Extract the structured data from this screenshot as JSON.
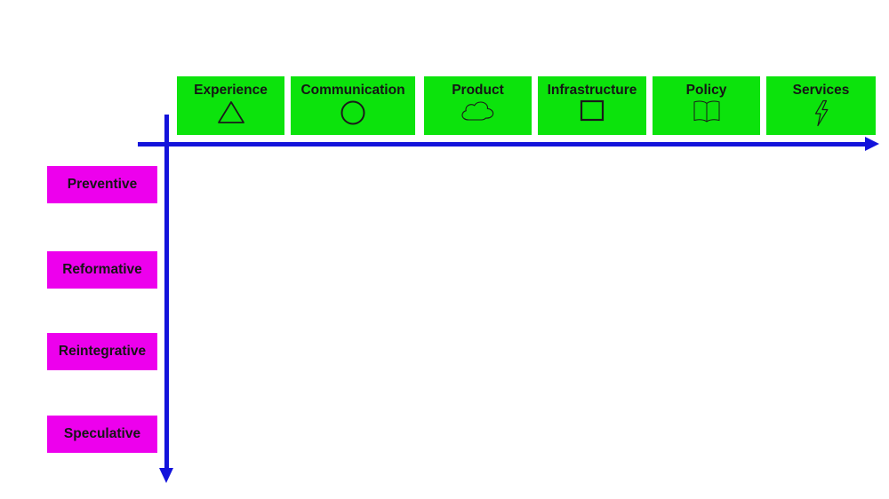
{
  "columns": [
    {
      "label": "Experience",
      "icon": "triangle-icon"
    },
    {
      "label": "Communication",
      "icon": "circle-icon"
    },
    {
      "label": "Product",
      "icon": "cloud-icon"
    },
    {
      "label": "Infrastructure",
      "icon": "square-icon"
    },
    {
      "label": "Policy",
      "icon": "open-book-icon"
    },
    {
      "label": "Services",
      "icon": "lightning-icon"
    }
  ],
  "rows": [
    {
      "label": "Preventive"
    },
    {
      "label": "Reformative"
    },
    {
      "label": "Reintegrative"
    },
    {
      "label": "Speculative"
    }
  ],
  "axes": {
    "horizontal_direction": "right",
    "vertical_direction": "down"
  },
  "colors": {
    "column_fill": "#0ce30c",
    "row_fill": "#ed00ed",
    "axis": "#1313db",
    "label_text": "#151515"
  }
}
